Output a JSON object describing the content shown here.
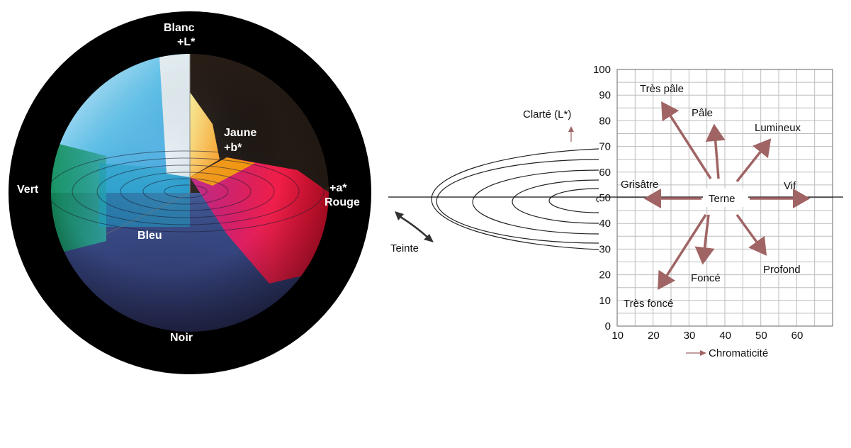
{
  "sphere": {
    "label_white": "Blanc",
    "label_L": "+L*",
    "label_yellow": "Jaune",
    "label_b": "+b*",
    "label_green": "Vert",
    "label_a": "+a*",
    "label_red": "Rouge",
    "label_blue": "Bleu",
    "label_black": "Noir"
  },
  "diagram": {
    "lightness_label": "Clarté (L*)",
    "hue_label": "Teinte",
    "chroma_label": "Chromaticité",
    "terms": {
      "tres_pale": "Très pâle",
      "pale": "Pâle",
      "lumineux": "Lumineux",
      "grisatre": "Grisâtre",
      "terne": "Terne",
      "vif": "Vif",
      "fonce": "Foncé",
      "profond": "Profond",
      "tres_fonce": "Très foncé"
    },
    "y_ticks": [
      "0",
      "10",
      "20",
      "30",
      "40",
      "50",
      "60",
      "70",
      "80",
      "90",
      "100"
    ],
    "x_ticks": [
      "10",
      "20",
      "30",
      "40",
      "50",
      "60"
    ]
  },
  "colors": {
    "arrow": "#a06464",
    "grid": "#bdbdbd",
    "ring": "#000000"
  }
}
